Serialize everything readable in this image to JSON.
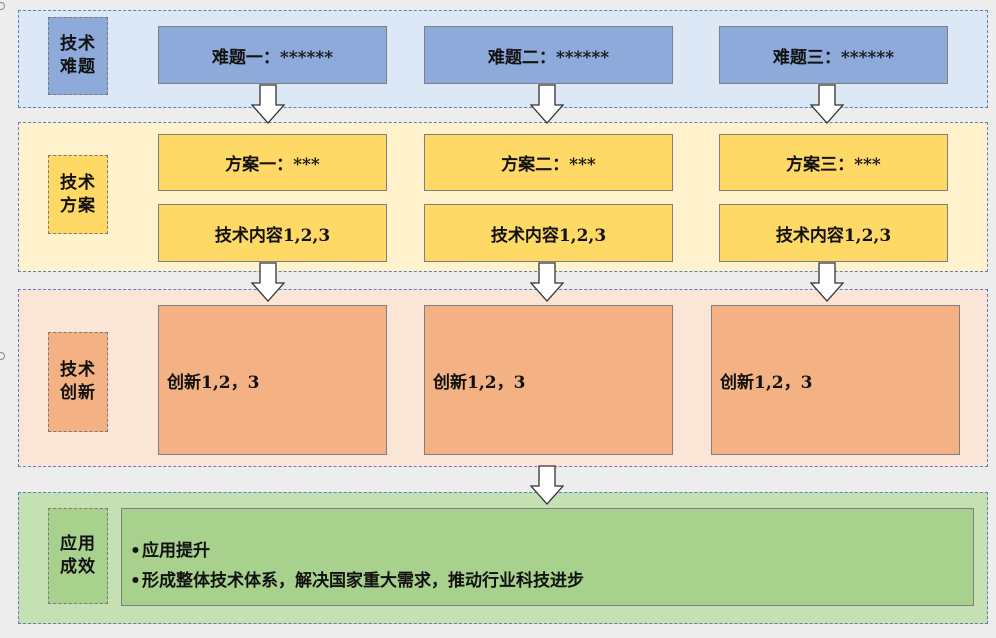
{
  "rows": {
    "problems": {
      "label": "技术难题",
      "items": [
        "难题一：******",
        "难题二：******",
        "难题三：******"
      ]
    },
    "solutions": {
      "label": "技术方案",
      "plans": [
        "方案一：***",
        "方案二：***",
        "方案三：***"
      ],
      "contents": [
        "技术内容1,2,3",
        "技术内容1,2,3",
        "技术内容1,2,3"
      ]
    },
    "innovation": {
      "label": "技术创新",
      "items": [
        "创新1,2，3",
        "创新1,2，3",
        "创新1,2，3"
      ]
    },
    "results": {
      "label": "应用成效",
      "bullet": "•",
      "lines": [
        "应用提升",
        "形成整体技术体系，解决国家重大需求，推动行业科技进步"
      ]
    }
  },
  "colors": {
    "problem_band": "#dce8f5",
    "problem_box": "#8eaadb",
    "solution_band": "#fff2cc",
    "solution_box": "#ffd966",
    "innovation_band": "#fbe5d6",
    "innovation_box": "#f4b183",
    "result_band": "#c5e0b3",
    "result_box": "#a9d18e",
    "dashed_border": "#5b7fc2"
  }
}
